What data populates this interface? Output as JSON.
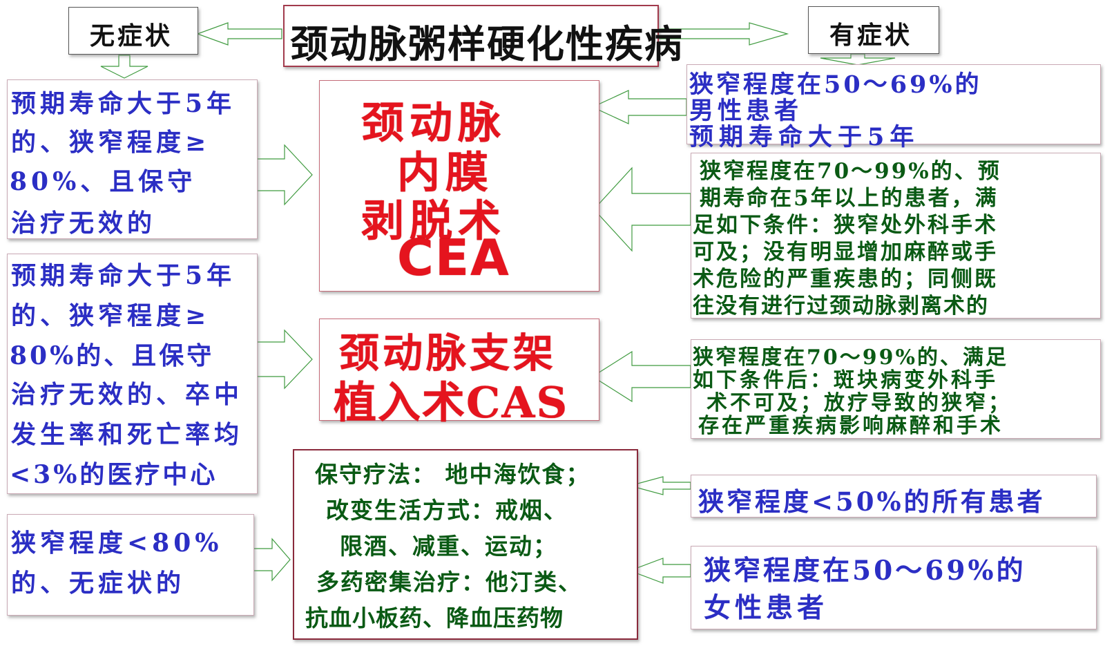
{
  "title": "颈动脉粥样硬化性疾病",
  "branches": {
    "asymptomatic": "无症状",
    "symptomatic": "有症状"
  },
  "treatments": {
    "cea": {
      "lines": [
        "颈动脉",
        "内膜",
        "剥脱术",
        "CEA"
      ]
    },
    "cas": {
      "lines": [
        "颈动脉支架",
        "植入术CAS"
      ]
    },
    "conservative": {
      "lines": [
        "保守疗法： 地中海饮食；",
        "改变生活方式：戒烟、",
        "限酒、减重、运动；",
        "多药密集治疗：他汀类、",
        "抗血小板药、降血压药物"
      ]
    }
  },
  "left_criteria": [
    {
      "lines": [
        "预期寿命大于5年",
        "的、狭窄程度≥",
        "80%、且保守",
        "治疗无效的"
      ]
    },
    {
      "lines": [
        "预期寿命大于5年",
        "的、狭窄程度≥",
        "80%的、且保守",
        "治疗无效的、卒中",
        "发生率和死亡率均",
        "<3%的医疗中心"
      ]
    },
    {
      "lines": [
        "狭窄程度<80%",
        "的、无症状的"
      ]
    }
  ],
  "right_criteria": [
    {
      "lines": [
        "狭窄程度在50～69%的",
        "男性患者",
        "预期寿命大于5年"
      ]
    },
    {
      "lines": [
        "狭窄程度在70～99%的、预",
        "期寿命在5年以上的患者，满",
        "足如下条件：狭窄处外科手术",
        "可及；没有明显增加麻醉或手",
        "术危险的严重疾患的；同侧既",
        "往没有进行过颈动脉剥离术的"
      ]
    },
    {
      "lines": [
        "狭窄程度在70～99%的、满足",
        "如下条件后：斑块病变外科手",
        "术不可及；放疗导致的狭窄；",
        "存在严重疾病影响麻醉和手术"
      ]
    },
    {
      "lines": [
        "狭窄程度<50%的所有患者"
      ]
    },
    {
      "lines": [
        "狭窄程度在50～69%的",
        "女性患者"
      ]
    }
  ],
  "colors": {
    "criteria_text_blue": "#2b2ec4",
    "criteria_text_green": "#0a5a14",
    "treatment_text_red": "#e5141e",
    "arrow_stroke": "#3f9a3f",
    "title_border": "#a23a4c"
  }
}
